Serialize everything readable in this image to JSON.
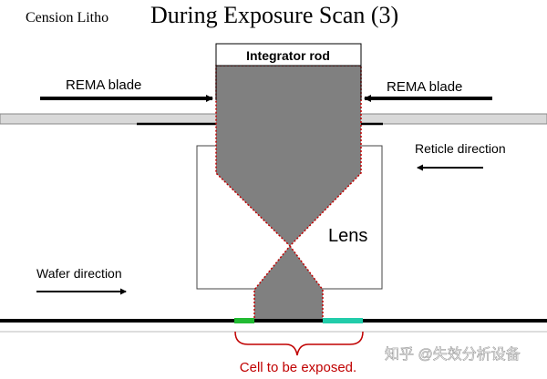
{
  "header": {
    "brand": "Cension Litho",
    "title": "During Exposure Scan (3)"
  },
  "labels": {
    "integrator_rod": "Integrator rod",
    "rema_blade_left": "REMA blade",
    "rema_blade_right": "REMA blade",
    "reticle_direction": "Reticle direction",
    "lens": "Lens",
    "wafer_direction": "Wafer direction",
    "cell_to_be_exposed": "Cell to be exposed."
  },
  "watermark": "知乎 @失效分析设备",
  "colors": {
    "beam": "#808080",
    "beam_outline": "#c00000",
    "cell_label": "#c00000",
    "reticle_plate": "#d9d9d9",
    "left_exposed_strip": "#22bb33",
    "right_exposed_strip": "#22ccaa",
    "arrow": "#000000"
  }
}
